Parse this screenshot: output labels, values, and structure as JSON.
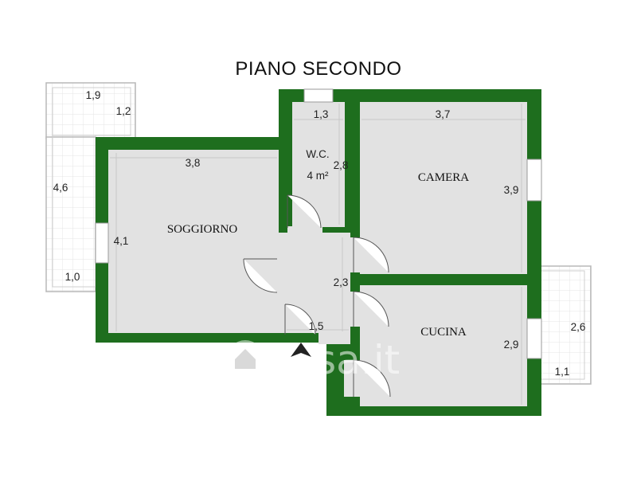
{
  "title": "PIANO SECONDO",
  "rooms": {
    "soggiorno": "SOGGIORNO",
    "camera": "CAMERA",
    "cucina": "CUCINA",
    "wc": "W.C.",
    "wc_area": "4 m²"
  },
  "dimensions": {
    "balcony_left_top": "1,9",
    "balcony_left_side_top": "1,2",
    "balcony_left_height": "4,6",
    "balcony_left_bottom": "1,0",
    "soggiorno_width": "3,8",
    "soggiorno_height": "4,1",
    "wc_width": "1,3",
    "wc_height": "2,8",
    "camera_width": "3,7",
    "camera_height": "3,9",
    "corridor_height": "2,3",
    "corridor_width": "1,5",
    "cucina_height": "2,9",
    "balcony_right_height": "2,6",
    "balcony_right_bottom": "1,1"
  },
  "watermark": "casa.it",
  "colors": {
    "wall": "#1e6e1e",
    "floor": "#e2e2e2",
    "balcony_line": "#b8b8b8",
    "dim_line": "#c8c8c8"
  },
  "icons": {
    "entrance": "entrance-arrow-icon",
    "watermark": "house-icon"
  }
}
